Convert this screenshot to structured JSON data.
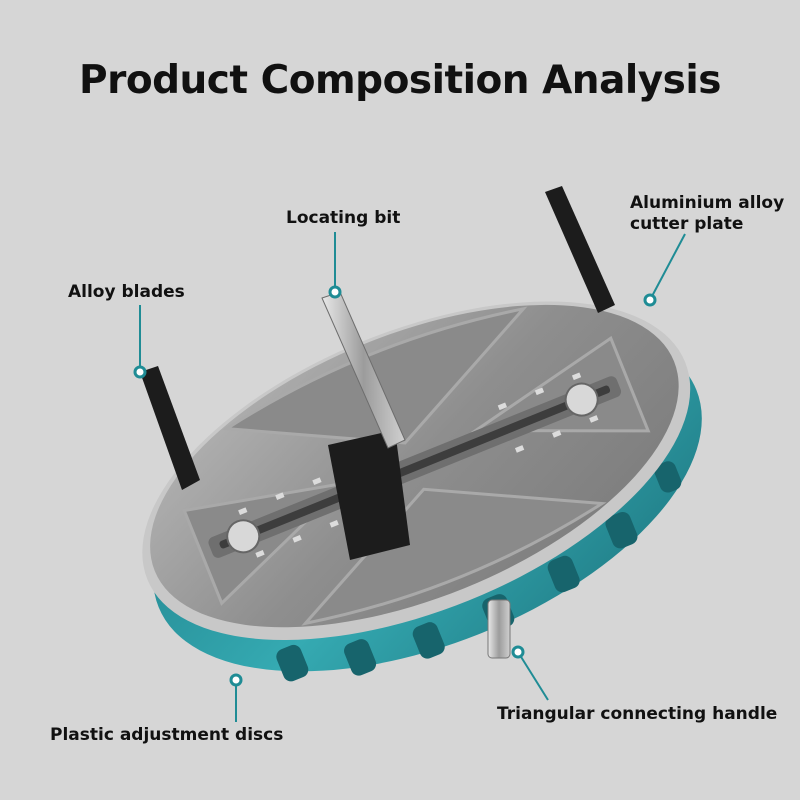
{
  "title": "Product Composition Analysis",
  "labels": {
    "locating_bit": "Locating bit",
    "aluminium_plate_line1": "Aluminium alloy",
    "aluminium_plate_line2": "cutter plate",
    "alloy_blades": "Alloy blades",
    "triangular_handle": "Triangular connecting handle",
    "plastic_discs": "Plastic adjustment discs"
  },
  "colors": {
    "background": "#d6d6d6",
    "teal": "#2a9aa3",
    "plate": "#9a9a9a",
    "blade": "#1c1c1c",
    "leader": "#1f8c95"
  }
}
